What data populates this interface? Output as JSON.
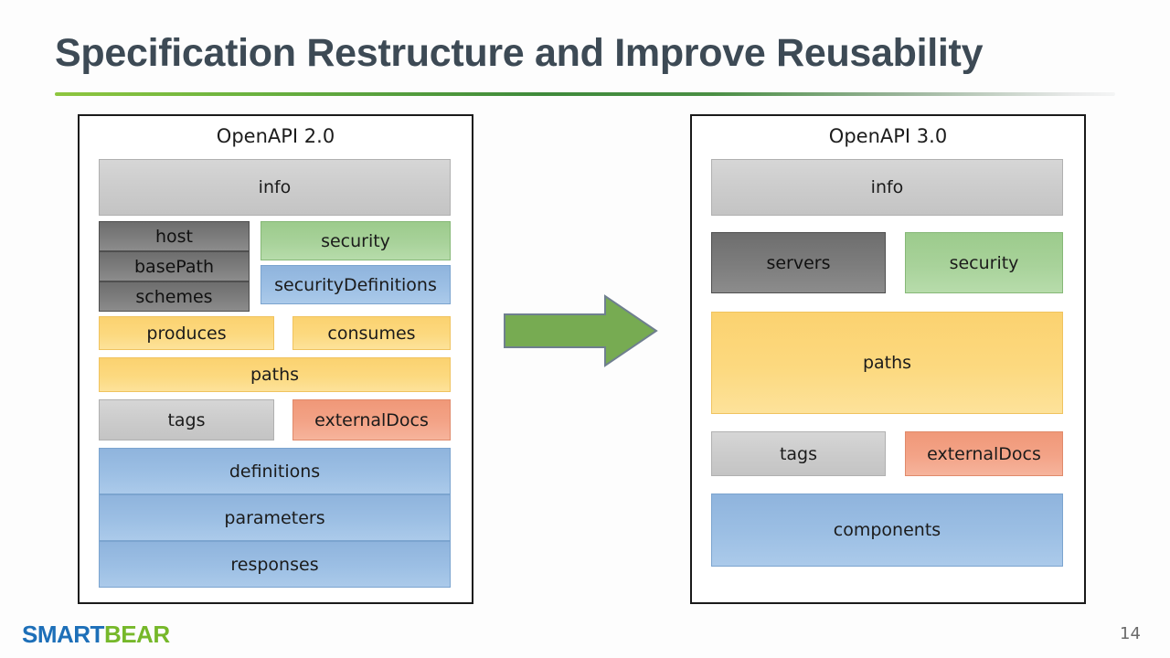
{
  "slide": {
    "title": "Specification Restructure and Improve Reusability",
    "page_number": "14",
    "accent_green": "#76b82a",
    "accent_blue": "#1d6fb8",
    "title_color": "#3d4a55"
  },
  "logo": {
    "part1": "SMART",
    "part2": "BEAR"
  },
  "arrow": {
    "name": "right-block-arrow",
    "fill": "#77ab52",
    "stroke": "#6f7f8f"
  },
  "left_panel": {
    "title": "OpenAPI 2.0",
    "blocks": [
      {
        "label": "info",
        "color": "#cccccc"
      },
      {
        "label": "host",
        "color": "#7d7d7d"
      },
      {
        "label": "basePath",
        "color": "#7d7d7d"
      },
      {
        "label": "schemes",
        "color": "#7d7d7d"
      },
      {
        "label": "security",
        "color": "#a8d29a"
      },
      {
        "label": "securityDefinitions",
        "color": "#9cbfe4"
      },
      {
        "label": "produces",
        "color": "#fcd97f"
      },
      {
        "label": "consumes",
        "color": "#fcd97f"
      },
      {
        "label": "paths",
        "color": "#fcd97f"
      },
      {
        "label": "tags",
        "color": "#cccccc"
      },
      {
        "label": "externalDocs",
        "color": "#f3a387"
      },
      {
        "label": "definitions",
        "color": "#9cbfe4"
      },
      {
        "label": "parameters",
        "color": "#9cbfe4"
      },
      {
        "label": "responses",
        "color": "#9cbfe4"
      }
    ]
  },
  "right_panel": {
    "title": "OpenAPI 3.0",
    "blocks": [
      {
        "label": "info",
        "color": "#cccccc"
      },
      {
        "label": "servers",
        "color": "#7d7d7d"
      },
      {
        "label": "security",
        "color": "#a8d29a"
      },
      {
        "label": "paths",
        "color": "#fcd97f"
      },
      {
        "label": "tags",
        "color": "#cccccc"
      },
      {
        "label": "externalDocs",
        "color": "#f3a387"
      },
      {
        "label": "components",
        "color": "#9cbfe4"
      }
    ]
  }
}
